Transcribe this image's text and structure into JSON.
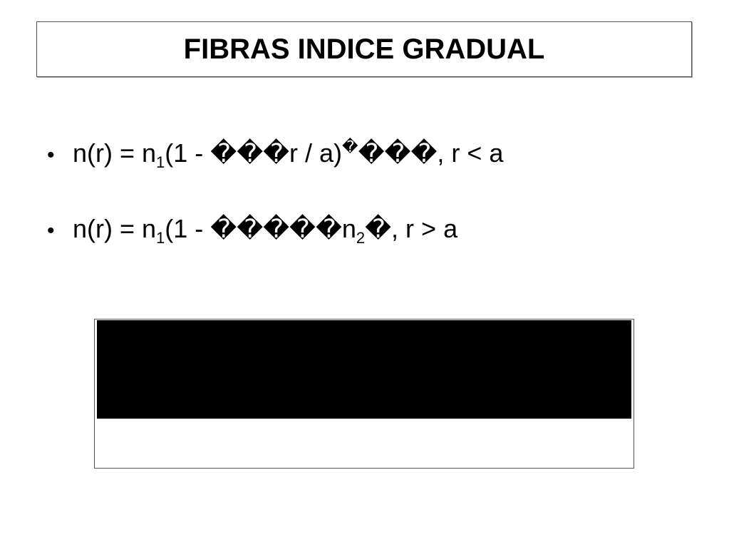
{
  "title": "FIBRAS INDICE GRADUAL",
  "bullets": [
    {
      "dot": "•",
      "lhs": "n(r) = n",
      "lhs_sub": "1",
      "mid": "(1 - ���r / a)",
      "mid_sup": "�",
      "tail": "���, r < a"
    },
    {
      "dot": "•",
      "lhs": "n(r) = n",
      "lhs_sub": "1",
      "mid": "(1 - �����n",
      "mid_sub": "2",
      "tail": "�, r > a"
    }
  ]
}
